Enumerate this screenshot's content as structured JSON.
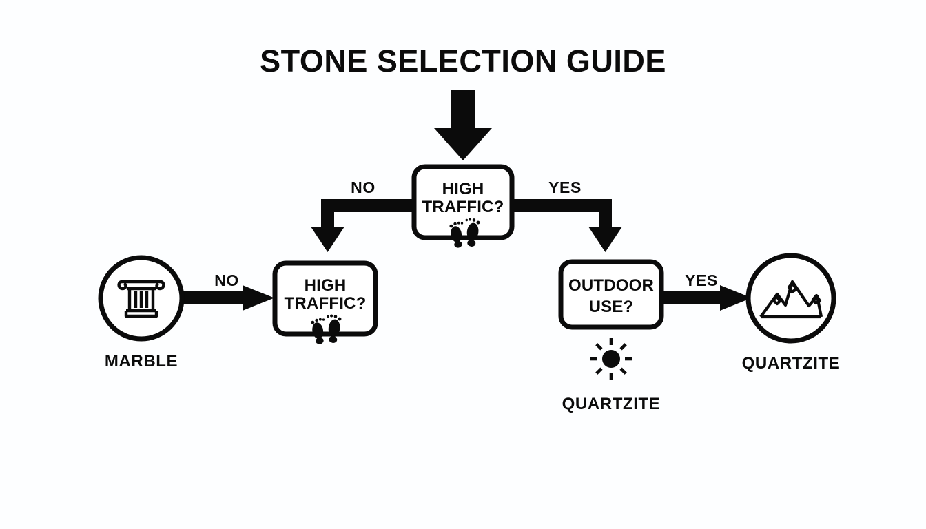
{
  "page": {
    "title": "STONE SELECTION GUIDE",
    "background_color": "#fdfeff",
    "ink_color": "#0b0b0b"
  },
  "chart_data": {
    "type": "diagram",
    "title": "STONE SELECTION GUIDE",
    "nodes": [
      {
        "id": "root_question",
        "label": "HIGH TRAFFIC?",
        "shape": "rounded-rect",
        "icon": "footprints-icon"
      },
      {
        "id": "left_question",
        "label": "HIGH TRAFFIC?",
        "shape": "rounded-rect",
        "icon": "footprints-icon"
      },
      {
        "id": "right_question",
        "label": "OUTDOOR USE?",
        "shape": "rounded-rect",
        "icon": "sun-icon"
      },
      {
        "id": "marble_result",
        "label": "MARBLE",
        "shape": "circle",
        "icon": "column-icon"
      },
      {
        "id": "quartzite_result",
        "label": "QUARTZITE",
        "shape": "circle",
        "icon": "mountain-icon"
      },
      {
        "id": "quartzite_outdoor_result",
        "label": "QUARTZITE",
        "shape": "label-only",
        "icon": "sun-icon"
      }
    ],
    "edges": [
      {
        "from": "title",
        "to": "root_question",
        "label": ""
      },
      {
        "from": "root_question",
        "to": "left_question",
        "label": "NO"
      },
      {
        "from": "root_question",
        "to": "right_question",
        "label": "YES"
      },
      {
        "from": "marble_result",
        "to": "left_question",
        "label": "NO"
      },
      {
        "from": "right_question",
        "to": "quartzite_result",
        "label": "YES"
      }
    ]
  },
  "title": {
    "text": "STONE SELECTION GUIDE"
  },
  "boxes": {
    "root": {
      "line1": "HIGH",
      "line2": "TRAFFIC?",
      "icon": "footprints-icon"
    },
    "left": {
      "line1": "HIGH",
      "line2": "TRAFFIC?",
      "icon": "footprints-icon"
    },
    "right": {
      "line1": "OUTDOOR",
      "line2": "USE?",
      "icon": "sun-icon"
    }
  },
  "edge_labels": {
    "root_no": "NO",
    "root_yes": "YES",
    "marble_no": "NO",
    "outdoor_yes": "YES"
  },
  "results": {
    "marble": {
      "label": "MARBLE",
      "icon": "column-icon"
    },
    "quartzite": {
      "label": "QUARTZITE",
      "icon": "mountain-icon"
    },
    "quartzite_outdoor": {
      "label": "QUARTZITE",
      "icon": "sun-icon"
    }
  }
}
